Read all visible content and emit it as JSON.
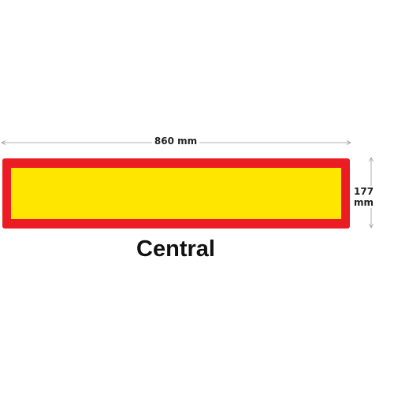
{
  "diagram": {
    "width_label": "860 mm",
    "height_label": "177 mm",
    "caption": "Central"
  },
  "colors": {
    "border_red": "#ec1c24",
    "panel_yellow": "#ffe600",
    "dimension_line": "#999999"
  }
}
